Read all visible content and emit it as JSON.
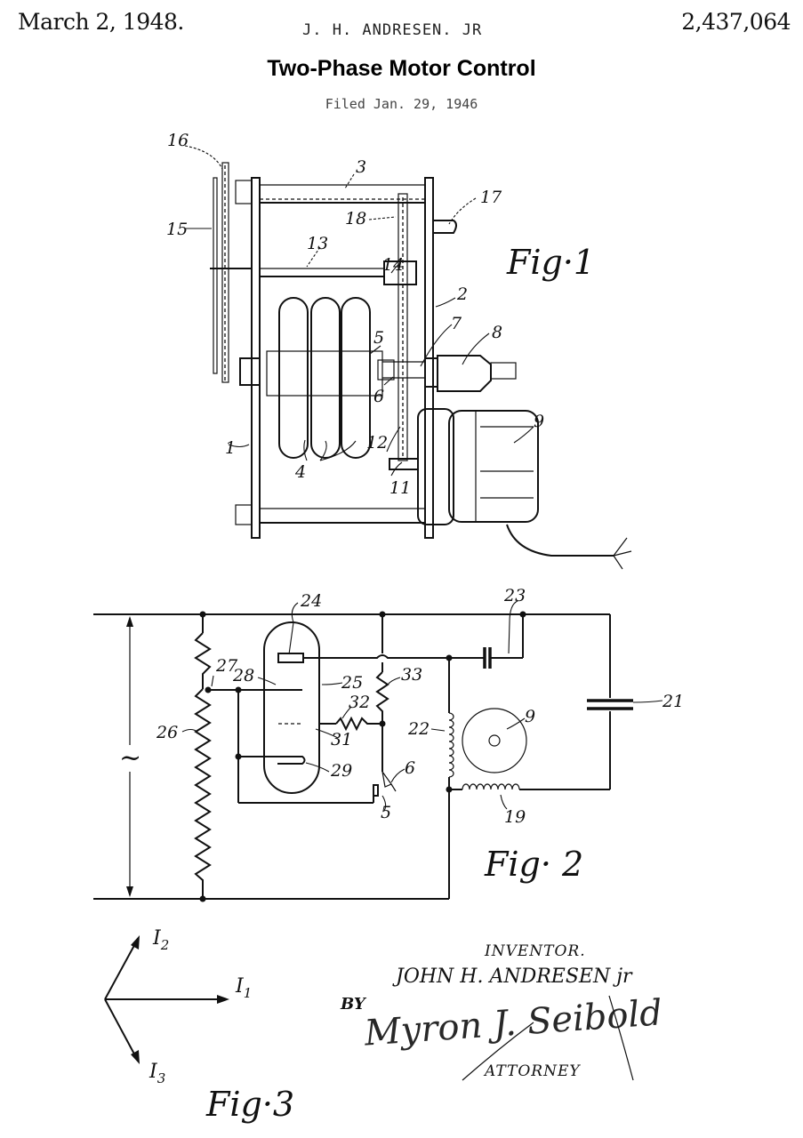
{
  "header": {
    "date": "March 2, 1948.",
    "inventor_header": "J. H. ANDRESEN. JR",
    "patent_number": "2,437,064",
    "title": "Two-Phase Motor Control",
    "filed": "Filed Jan. 29, 1946"
  },
  "figures": {
    "fig1": {
      "label": "Fig·1",
      "refs": {
        "r1": "1",
        "r2": "2",
        "r3": "3",
        "r4": "4",
        "r5": "5",
        "r6": "6",
        "r7": "7",
        "r8": "8",
        "r9": "9",
        "r11": "11",
        "r12": "12",
        "r13": "13",
        "r14": "14",
        "r15": "15",
        "r16": "16",
        "r17": "17",
        "r18": "18"
      }
    },
    "fig2": {
      "label": "Fig· 2",
      "ac_symbol": "~",
      "refs": {
        "r5": "5",
        "r6": "6",
        "r9": "9",
        "r19": "19",
        "r21": "21",
        "r22": "22",
        "r23": "23",
        "r24": "24",
        "r25": "25",
        "r26": "26",
        "r27": "27",
        "r28": "28",
        "r29": "29",
        "r31": "31",
        "r32": "32",
        "r33": "33"
      }
    },
    "fig3": {
      "label": "Fig·3",
      "vectors": {
        "i1": "I",
        "i1_sub": "1",
        "i2": "I",
        "i2_sub": "2",
        "i3": "I",
        "i3_sub": "3"
      }
    }
  },
  "signature": {
    "inventor_caption": "INVENTOR.",
    "inventor_name": "JOHN H. ANDRESEN jr",
    "by": "BY",
    "attorney_signature": "Myron J. Seibold",
    "attorney_caption": "ATTORNEY"
  }
}
